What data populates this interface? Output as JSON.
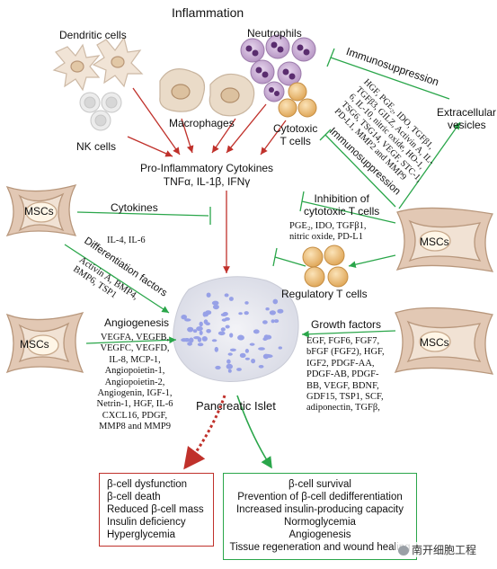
{
  "labels": {
    "inflammation": "Inflammation",
    "dendritic_cells": "Dendritic cells",
    "neutrophils": "Neutrophils",
    "macrophages": "Macrophages",
    "nk_cells": "NK cells",
    "cytotoxic_t_cells": [
      "Cytotoxic",
      "T cells"
    ],
    "pro_inflammatory": "Pro-Inflammatory Cytokines",
    "cytokines_list": "TNFα, IL-1β, IFNγ",
    "immunosuppression_top": "Immunosuppression",
    "immunosuppression_mid": "Immunosuppression",
    "extracellular_vesicles": [
      "Extracellular",
      "vesicles"
    ],
    "msc": "MSCs",
    "cytokines": "Cytokines",
    "cytokines_il": "IL-4, IL-6",
    "differentiation_factors": "Differentiation factors",
    "differentiation_list": [
      "Activin A, BMP4,",
      "BMP6, TSP1"
    ],
    "inhibition": [
      "Inhibition of",
      "cytotoxic T cells"
    ],
    "inhibition_list": [
      "PGE₂, IDO, TGFβ1,",
      "nitric oxide, PD-L1"
    ],
    "regulatory_t_cells": "Regulatory T cells",
    "angiogenesis": "Angiogenesis",
    "angiogenesis_list": [
      "VEGFA, VEGFB,",
      "VEGFC, VEGFD,",
      "IL-8, MCP-1,",
      "Angiopoietin-1,",
      "Angiopoietin-2,",
      "Angiogenin, IGF-1,",
      "Netrin-1, HGF, IL-6",
      "CXCL16, PDGF,",
      "MMP8 and MMP9"
    ],
    "growth_factors": "Growth factors",
    "growth_list": [
      "EGF, FGF6, FGF7,",
      "bFGF (FGF2), HGF,",
      "IGF2, PDGF-AA,",
      "PDGF-AB, PDGF-",
      "BB, VEGF, BDNF,",
      "GDF15, TSP1, SCF,",
      "adiponectin, TGFβ,"
    ],
    "pancreatic_islet": "Pancreatic Islet",
    "rotated_factors": [
      "HGF, PGE₂, IDO, TGFβ1,",
      "TGFβ3, GILZ, Activin A, IL-",
      "6, IL-10, nitric oxide, HO-1,",
      "TSG6, TSG14, VEGF, STC-1,",
      "PD-L1, MMP2 and MMP9"
    ]
  },
  "outcome_bad": [
    "β-cell dysfunction",
    "β-cell death",
    "Reduced β-cell mass",
    "Insulin deficiency",
    "Hyperglycemia"
  ],
  "outcome_good": [
    "β-cell survival",
    "Prevention of β-cell dedifferentiation",
    "Increased insulin-producing capacity",
    "Normoglycemia",
    "Angiogenesis",
    "Tissue regeneration and wound healing"
  ],
  "watermark": "南开细胞工程",
  "colors": {
    "red_arrow": "#c0312b",
    "green_arrow": "#2aa64a",
    "islet_cell": "#8a95e6",
    "msc_fill": "#e2c8b4"
  }
}
